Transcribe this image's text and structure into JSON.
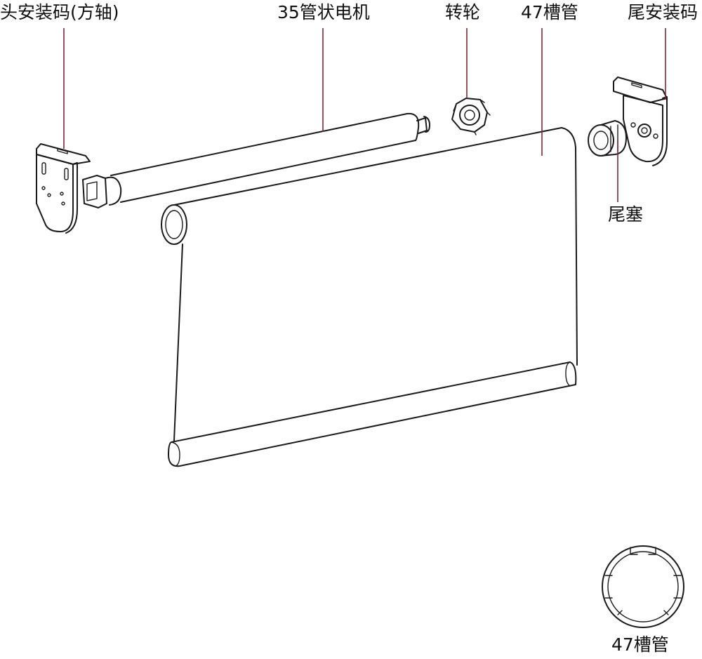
{
  "labels": {
    "head_bracket": "头安装码(方轴)",
    "motor": "35管状电机",
    "wheel": "转轮",
    "tube": "47槽管",
    "tail_bracket": "尾安装码",
    "end_plug": "尾塞",
    "tube_section": "47槽管"
  },
  "colors": {
    "line": "#1a1a1a",
    "leader": "#7a2a35",
    "text": "#111111"
  }
}
